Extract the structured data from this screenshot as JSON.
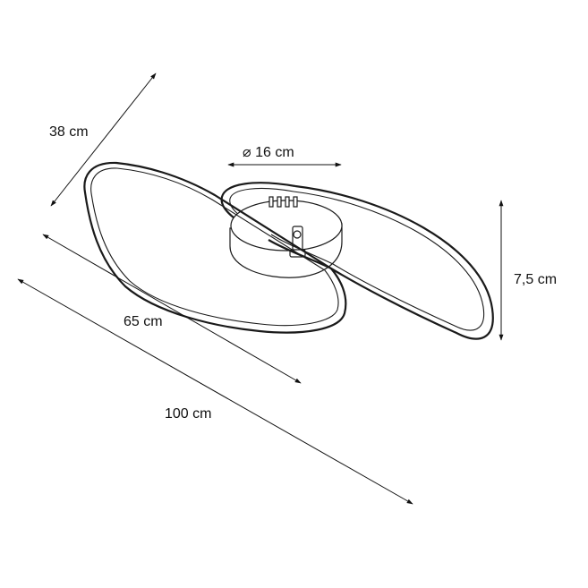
{
  "dimensions": {
    "depth": "38 cm",
    "canopy_diameter": "⌀ 16 cm",
    "height": "7,5 cm",
    "ring_length": "65 cm",
    "total_length": "100 cm"
  },
  "colors": {
    "line": "#111111",
    "background": "#ffffff"
  }
}
